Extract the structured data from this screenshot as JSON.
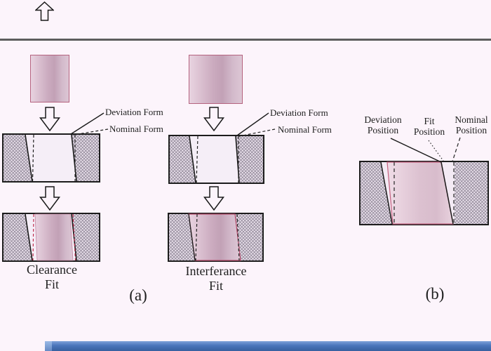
{
  "panel_a": {
    "caption": "(a)",
    "col1": {
      "deviation_label": "Deviation Form",
      "nominal_label": "Nominal Form",
      "fit_line1": "Clearance",
      "fit_line2": "Fit"
    },
    "col2": {
      "deviation_label": "Deviation Form",
      "nominal_label": "Nominal Form",
      "fit_line1": "Interferance",
      "fit_line2": "Fit"
    }
  },
  "panel_b": {
    "caption": "(b)",
    "deviation_line1": "Deviation",
    "deviation_line2": "Position",
    "fit_line1": "Fit",
    "fit_line2": "Position",
    "nominal_line1": "Nominal",
    "nominal_line2": "Position"
  },
  "colors": {
    "pin_border_pink": "#b5637f",
    "deviation_red_dashed": "#c03050",
    "taskbar_blue": "#4a74ba",
    "divider_gray": "#5d5d5d"
  }
}
